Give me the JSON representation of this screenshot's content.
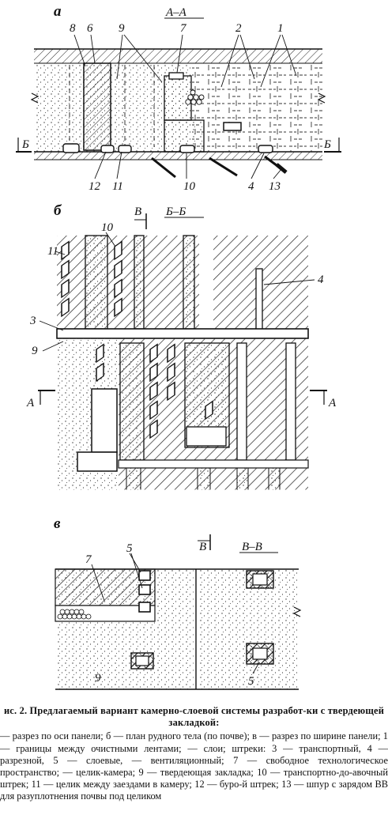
{
  "panel_letters": {
    "a": "а",
    "b": "б",
    "v": "в"
  },
  "section_titles": {
    "aa": "А–А",
    "bb": "Б–Б",
    "vv": "В–В"
  },
  "section_marks": {
    "a": "А",
    "b": "Б",
    "v": "В"
  },
  "callouts_a": [
    "8",
    "6",
    "9",
    "7",
    "2",
    "1",
    "12",
    "11",
    "10",
    "4",
    "13"
  ],
  "callouts_b": [
    "10",
    "11",
    "3",
    "9",
    "4"
  ],
  "callouts_v": [
    "7",
    "5",
    "9",
    "5"
  ],
  "caption": {
    "title": "ис. 2. Предлагаемый вариант камерно-слоевой системы разработ-ки с твердеющей закладкой:",
    "body": "— разрез по оси панели; б — план рудного тела (по почве); в — разрез по ширине панели; 1 — границы между очистными лентами; — слои; штреки: 3 — транспортный, 4 — разрезной, 5 — слоевые, — вентиляционный; 7 — свободное технологическое пространство; — целик-камера; 9 — твердеющая закладка; 10 — транспортно-до-авочный штрек; 11 — целик между заездами в камеру; 12 — буро-й штрек; 13 — шпур с зарядом ВВ для разуплотнения почвы под целиком"
  }
}
